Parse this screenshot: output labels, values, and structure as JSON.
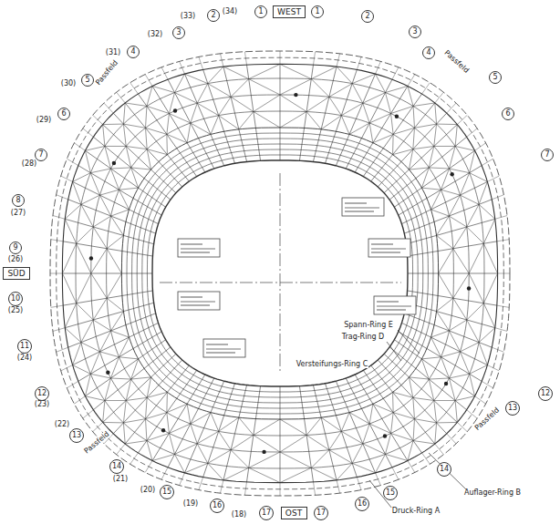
{
  "diagram": {
    "nodes": [
      {
        "text": [
          "1"
        ]
      },
      {
        "text": [
          "WEST"
        ]
      },
      {
        "text": [
          "1"
        ]
      },
      {
        "text": [
          "2"
        ]
      },
      {
        "text": [
          "2"
        ]
      },
      {
        "text": [
          "3"
        ]
      },
      {
        "text": [
          "3"
        ]
      },
      {
        "text": [
          "4"
        ]
      },
      {
        "text": [
          "4"
        ]
      },
      {
        "text": [
          "5"
        ]
      },
      {
        "text": [
          "5"
        ]
      },
      {
        "text": [
          "6"
        ]
      },
      {
        "text": [
          "6"
        ]
      },
      {
        "text": [
          "7"
        ]
      },
      {
        "text": [
          "7"
        ]
      },
      {
        "text": [
          "8"
        ]
      },
      {
        "text": [
          "9"
        ]
      },
      {
        "text": [
          "SÜD"
        ]
      },
      {
        "text": [
          "10"
        ]
      },
      {
        "text": [
          "11"
        ]
      },
      {
        "text": [
          "12"
        ]
      },
      {
        "text": [
          "12"
        ]
      },
      {
        "text": [
          "13"
        ]
      },
      {
        "text": [
          "13"
        ]
      },
      {
        "text": [
          "14"
        ]
      },
      {
        "text": [
          "14"
        ]
      },
      {
        "text": [
          "15"
        ]
      },
      {
        "text": [
          "15"
        ]
      },
      {
        "text": [
          "16"
        ]
      },
      {
        "text": [
          "16"
        ]
      },
      {
        "text": [
          "17"
        ]
      },
      {
        "text": [
          "OST"
        ]
      },
      {
        "text": [
          "17"
        ]
      }
    ],
    "edges": [],
    "labels": [
      "(34)",
      "(33)",
      "(32)",
      "(31)",
      "(30)",
      "(29)",
      "(28)",
      "(27)",
      "(26)",
      "(25)",
      "(24)",
      "(23)",
      "(22)",
      "(21)",
      "(20)",
      "(19)",
      "(18)",
      "Passfeld",
      "Passfeld",
      "Passfeld",
      "Passfeld",
      "Spann-Ring E",
      "Trag-Ring D",
      "Versteifungs-Ring C",
      "Auflager-Ring B",
      "Druck-Ring A"
    ]
  }
}
